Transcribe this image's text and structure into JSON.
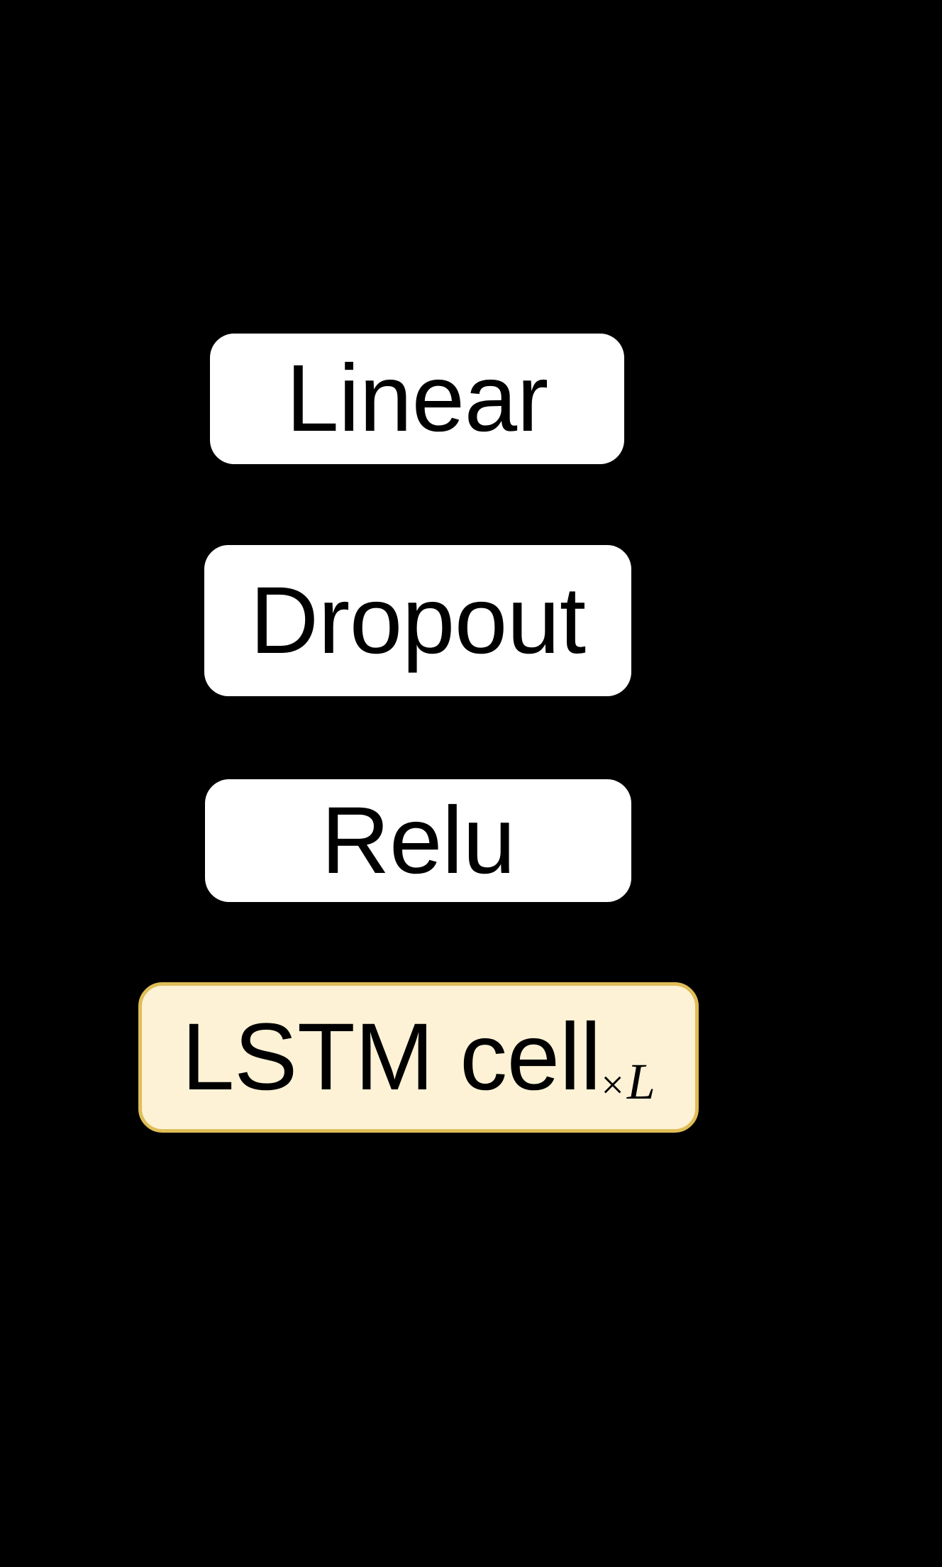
{
  "figure": {
    "kind": "neural-network-layer-stack",
    "background_color": "#000000",
    "title": ""
  },
  "palette": {
    "background": "#000000",
    "block_fill": "#ffffff",
    "block_text": "#000000",
    "highlight_fill": "#fdf2d5",
    "highlight_border": "#dfbd58"
  },
  "blocks": [
    {
      "id": "linear",
      "label": "Linear",
      "style": "plain",
      "fill": "#ffffff",
      "border": "none",
      "order": 1
    },
    {
      "id": "dropout",
      "label": "Dropout",
      "style": "plain",
      "fill": "#ffffff",
      "border": "none",
      "order": 2
    },
    {
      "id": "relu",
      "label": "Relu",
      "style": "plain",
      "fill": "#ffffff",
      "border": "none",
      "order": 3
    },
    {
      "id": "lstm",
      "label": "LSTM cell",
      "subscript_multiply": "×",
      "subscript_variable": "L",
      "style": "highlight",
      "fill": "#fdf2d5",
      "border": "#dfbd58",
      "order": 4
    }
  ]
}
